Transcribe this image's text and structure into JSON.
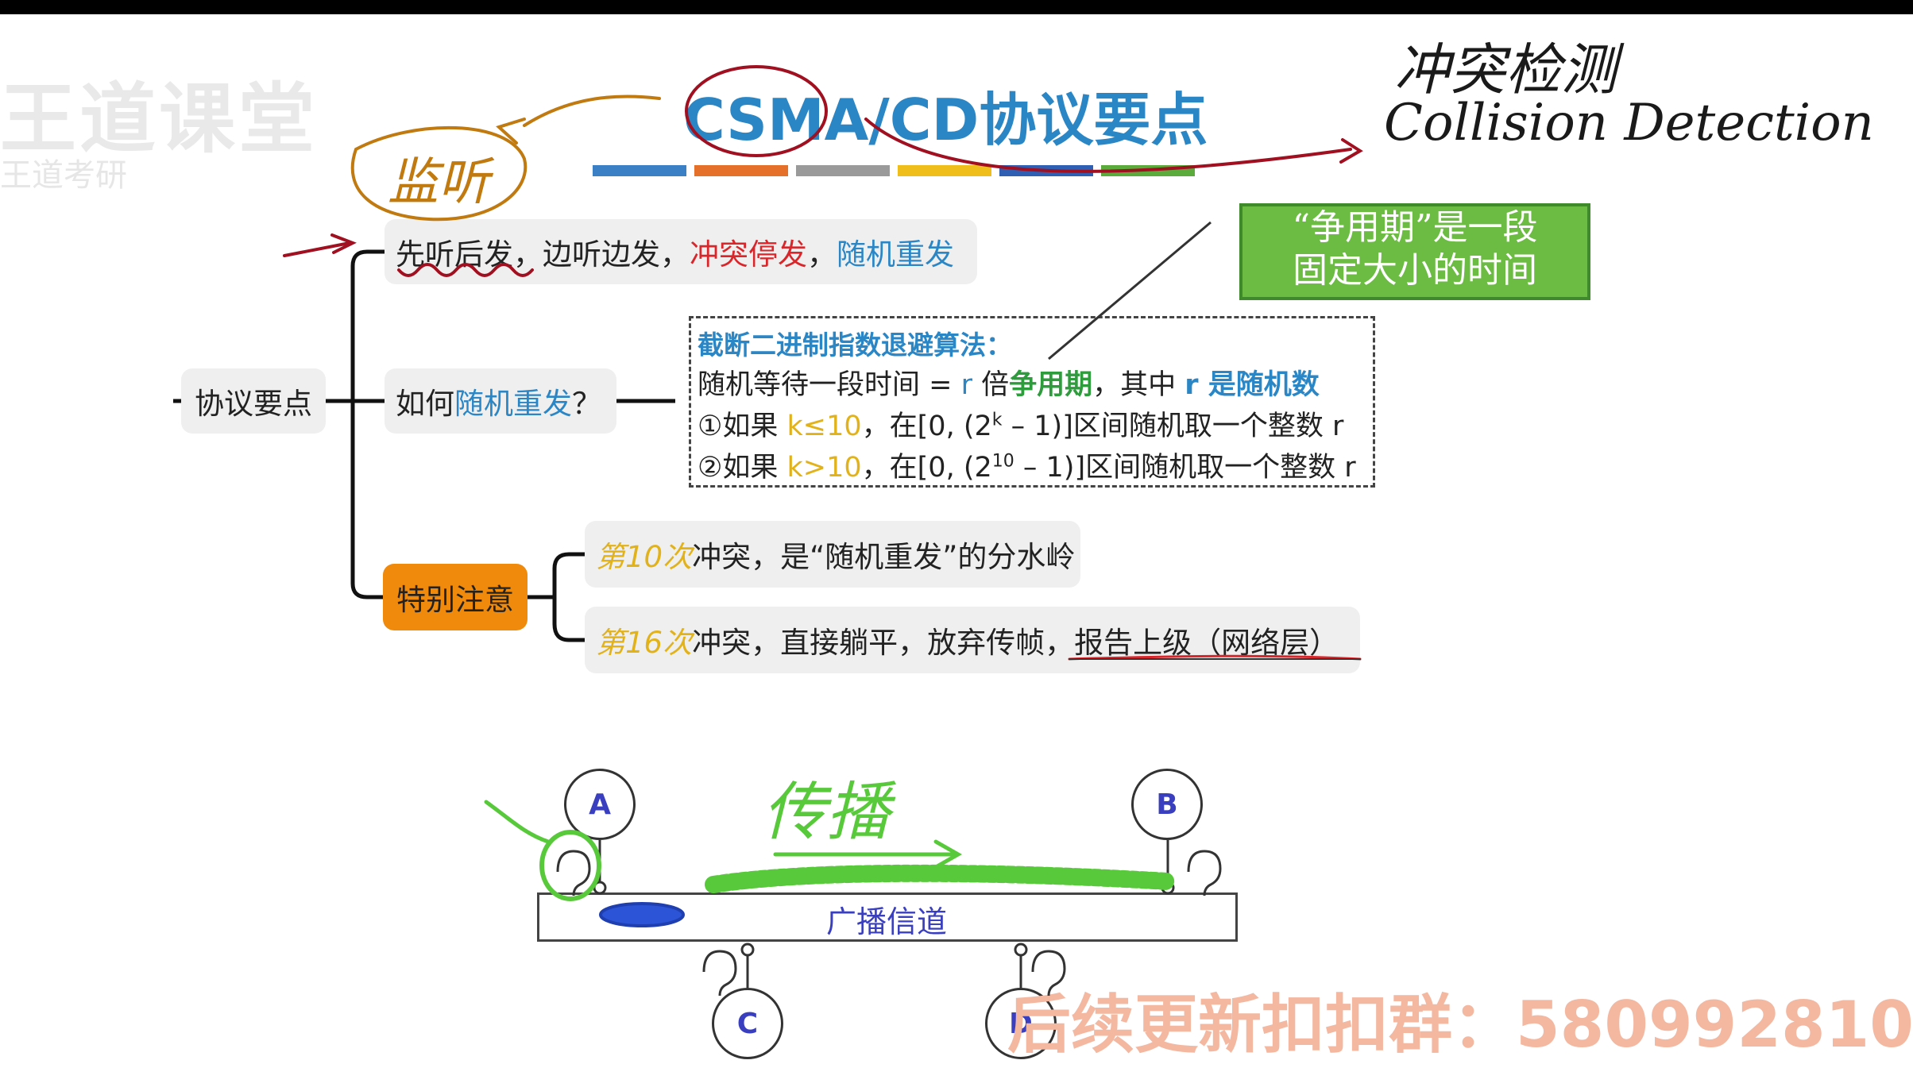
{
  "watermark": {
    "brand": "王道课堂",
    "sub": "王道考研"
  },
  "title": {
    "main": "CSMA/CD",
    "cn": "协议要点"
  },
  "handwriting": {
    "top_right_cn": "冲突检测",
    "top_right_en": "Collision Detection",
    "listen": "监听",
    "propagate": "传播"
  },
  "color_bar_colors": [
    "#3b7fc4",
    "#e4702a",
    "#9a9a9a",
    "#f0be1a",
    "#2f5fb3",
    "#5aab3c"
  ],
  "mindmap": {
    "root": "协议要点",
    "branch1": {
      "parts": [
        "先听后发，边听边发，",
        "冲突停发",
        "，",
        "随机重发"
      ]
    },
    "branch2": {
      "prefix": "如何",
      "highlight": "随机重发",
      "suffix": "？"
    },
    "branch3": {
      "label": "特别注意"
    },
    "note1": {
      "em": "第10次",
      "text": "冲突，是“随机重发”的分水岭"
    },
    "note2": {
      "em": "第16次",
      "text": "冲突，直接躺平，放弃传帧，报告上级（网络层）"
    }
  },
  "algorithm": {
    "heading": "截断二进制指数退避算法：",
    "line1": {
      "a": "随机等待一段时间 = ",
      "r": "r",
      "b": " 倍",
      "period": "争用期",
      "c": "，其中 ",
      "r2": "r 是随机数"
    },
    "line2": {
      "a": "①如果 ",
      "cond": "k≤10",
      "b": "，在[0, (2",
      "sup": "k",
      "c": " – 1)]区间随机取一个整数 r"
    },
    "line3": {
      "a": "②如果 ",
      "cond": "k>10",
      "b": "，在[0, (2",
      "sup": "10",
      "c": " – 1)]区间随机取一个整数 r"
    }
  },
  "callout": {
    "line1": "“争用期”是一段",
    "line2": "固定大小的时间"
  },
  "network": {
    "nodes": [
      "A",
      "B",
      "C",
      "D"
    ],
    "channel_label": "广播信道"
  },
  "footer": "后续更新扣扣群：580992810"
}
